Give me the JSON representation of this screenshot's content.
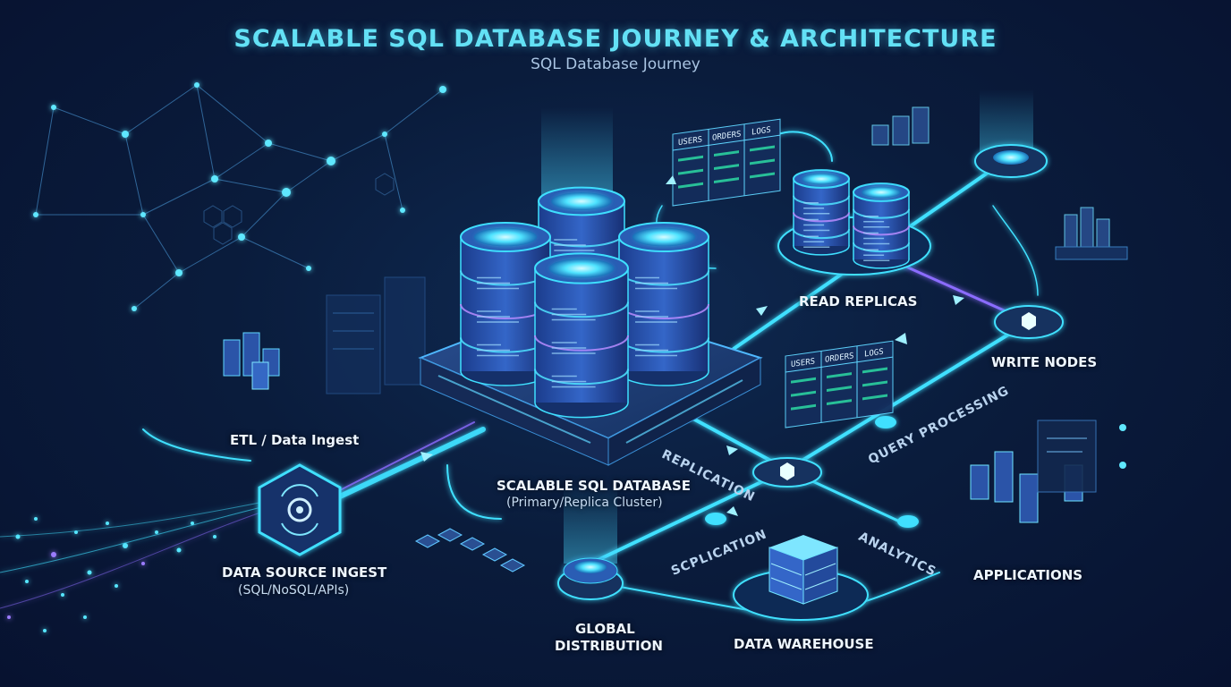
{
  "header": {
    "title": "SCALABLE SQL DATABASE JOURNEY & ARCHITECTURE",
    "subtitle": "SQL Database Journey"
  },
  "nodes": {
    "etl": {
      "label": "ETL / Data Ingest"
    },
    "source": {
      "label": "DATA SOURCE INGEST",
      "sublabel": "(SQL/NoSQL/APIs)"
    },
    "core": {
      "label": "SCALABLE SQL DATABASE",
      "sublabel": "(Primary/Replica Cluster)"
    },
    "read_replicas": {
      "label": "READ REPLICAS"
    },
    "write_nodes": {
      "label": "WRITE NODES"
    },
    "applications": {
      "label": "APPLICATIONS"
    },
    "global": {
      "label_line1": "GLOBAL",
      "label_line2": "DISTRIBUTION"
    },
    "warehouse": {
      "label": "DATA WAREHOUSE"
    }
  },
  "flows": {
    "replication": "REPLICATION",
    "replication_lower": "SCPLICATION",
    "query_processing": "QUERY PROCESSING",
    "analytics": "ANALYTICS"
  },
  "tables": {
    "upper": [
      "USERS",
      "ORDERS",
      "LOGS"
    ],
    "lower": [
      "USERS",
      "ORDERS",
      "LOGS"
    ]
  },
  "colors": {
    "accent": "#3fe0ff",
    "violet": "#8b6cff",
    "title": "#63e1f5"
  }
}
